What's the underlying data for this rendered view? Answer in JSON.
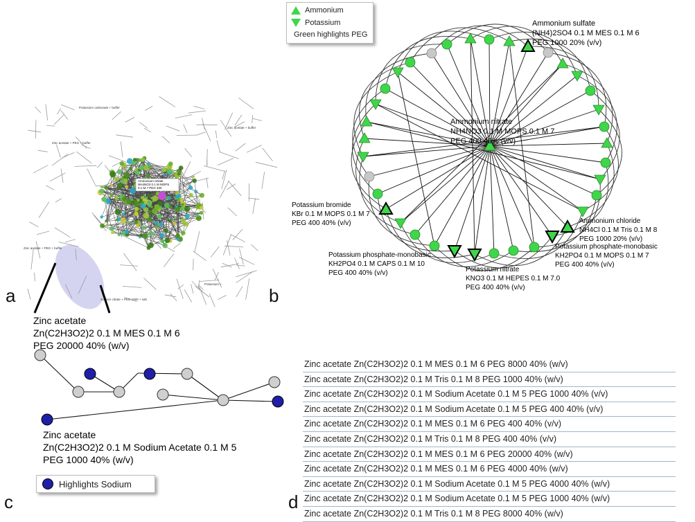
{
  "panel_a": {
    "letter": "a",
    "labels": {
      "potassium_carbonate": "Potassium carbonate + buffer",
      "zinc_acetate_buffer": "Zinc acetate + buffer",
      "zinc_acetate_peg_buffer": "Zinc acetate + PEG + buffer",
      "zinc_acetate_peg_buffer_2": "Zinc acetate + PEG + buffer",
      "potassium": "Potassium +",
      "sodium_citrate": "Sodium citrate + PEG 1000 + salt",
      "ammonium_nitrate_tag_1": "Ammonium nitrate",
      "ammonium_nitrate_tag_2": "NH4NO3 0.1 M MOPS",
      "ammonium_nitrate_tag_3": "0.1 M 7 PEG 400"
    }
  },
  "panel_b": {
    "letter": "b",
    "legend": {
      "ammonium": "Ammonium",
      "potassium": "Potassium",
      "note": "Green highlights PEG"
    },
    "annotations": {
      "ammonium_sulfate": [
        "Ammonium sulfate",
        "(NH4)2SO4 0.1 M MES 0.1 M 6",
        "PEG 1000 20% (v/v)"
      ],
      "ammonium_nitrate": [
        "Ammonium nitrate",
        "NH4NO3 0.1 M MOPS 0.1 M 7",
        "PEG 400 40% (v/v)"
      ],
      "potassium_bromide": [
        "Potassium bromide",
        "KBr 0.1 M MOPS 0.1 M 7",
        "PEG 400 40% (v/v)"
      ],
      "ammonium_chloride": [
        "Ammonium chloride",
        "NH4Cl 0.1 M Tris 0.1 M 8",
        "PEG 1000 20% (v/v)"
      ],
      "potassium_phosphate_1": [
        "Potassium phosphate-monobasic",
        "KH2PO4 0.1 M CAPS 0.1 M 10",
        "PEG 400 40% (v/v)"
      ],
      "potassium_nitrate": [
        "Potassium nitrate",
        "KNO3 0.1 M HEPES 0.1 M 7.0",
        "PEG 400 40% (v/v)"
      ],
      "potassium_phosphate_2": [
        "Potassium phosphate-monobasic",
        "KH2PO4 0.1 M MOPS 0.1 M 7",
        "PEG 400 40% (v/v)"
      ]
    }
  },
  "panel_c": {
    "letter": "c",
    "callout_top": [
      "Zinc acetate",
      "Zn(C2H3O2)2 0.1 M MES 0.1 M 6",
      "PEG 20000 40% (w/v)"
    ],
    "callout_bottom": [
      "Zinc acetate",
      "Zn(C2H3O2)2 0.1 M Sodium Acetate 0.1 M 5",
      "PEG 1000 40% (w/v)"
    ],
    "legend": "Highlights Sodium"
  },
  "panel_d": {
    "letter": "d",
    "rows": [
      "Zinc acetate Zn(C2H3O2)2 0.1 M MES 0.1 M 6 PEG 8000 40% (w/v)",
      "Zinc acetate Zn(C2H3O2)2 0.1 M Tris 0.1 M 8 PEG 1000 40% (w/v)",
      "Zinc acetate Zn(C2H3O2)2 0.1 M Sodium Acetate 0.1 M 5 PEG 1000 40% (v/v)",
      "Zinc acetate Zn(C2H3O2)2 0.1 M Sodium Acetate 0.1 M 5 PEG 400 40% (v/v)",
      "Zinc acetate Zn(C2H3O2)2 0.1 M MES 0.1 M 6 PEG 400 40% (v/v)",
      "Zinc acetate Zn(C2H3O2)2 0.1 M Tris 0.1 M 8 PEG 400 40% (v/v)",
      "Zinc acetate Zn(C2H3O2)2 0.1 M MES 0.1 M 6 PEG 20000 40% (w/v)",
      "Zinc acetate Zn(C2H3O2)2 0.1 M MES 0.1 M 6 PEG 4000 40% (w/v)",
      "Zinc acetate Zn(C2H3O2)2 0.1 M Sodium Acetate 0.1 M 5 PEG 4000 40% (w/v)",
      "Zinc acetate Zn(C2H3O2)2 0.1 M Sodium Acetate 0.1 M 5 PEG 1000 40% (w/v)",
      "Zinc acetate Zn(C2H3O2)2 0.1 M Tris 0.1 M 8 PEG 8000 40% (w/v)"
    ]
  },
  "colors": {
    "node_green": "#3fd64a",
    "node_gray": "#c8c8c8",
    "node_blue": "#1f1fa8",
    "edge": "#222222",
    "highlight_ellipse": "#c9c9ee",
    "table_rule": "#9fb6cc"
  }
}
